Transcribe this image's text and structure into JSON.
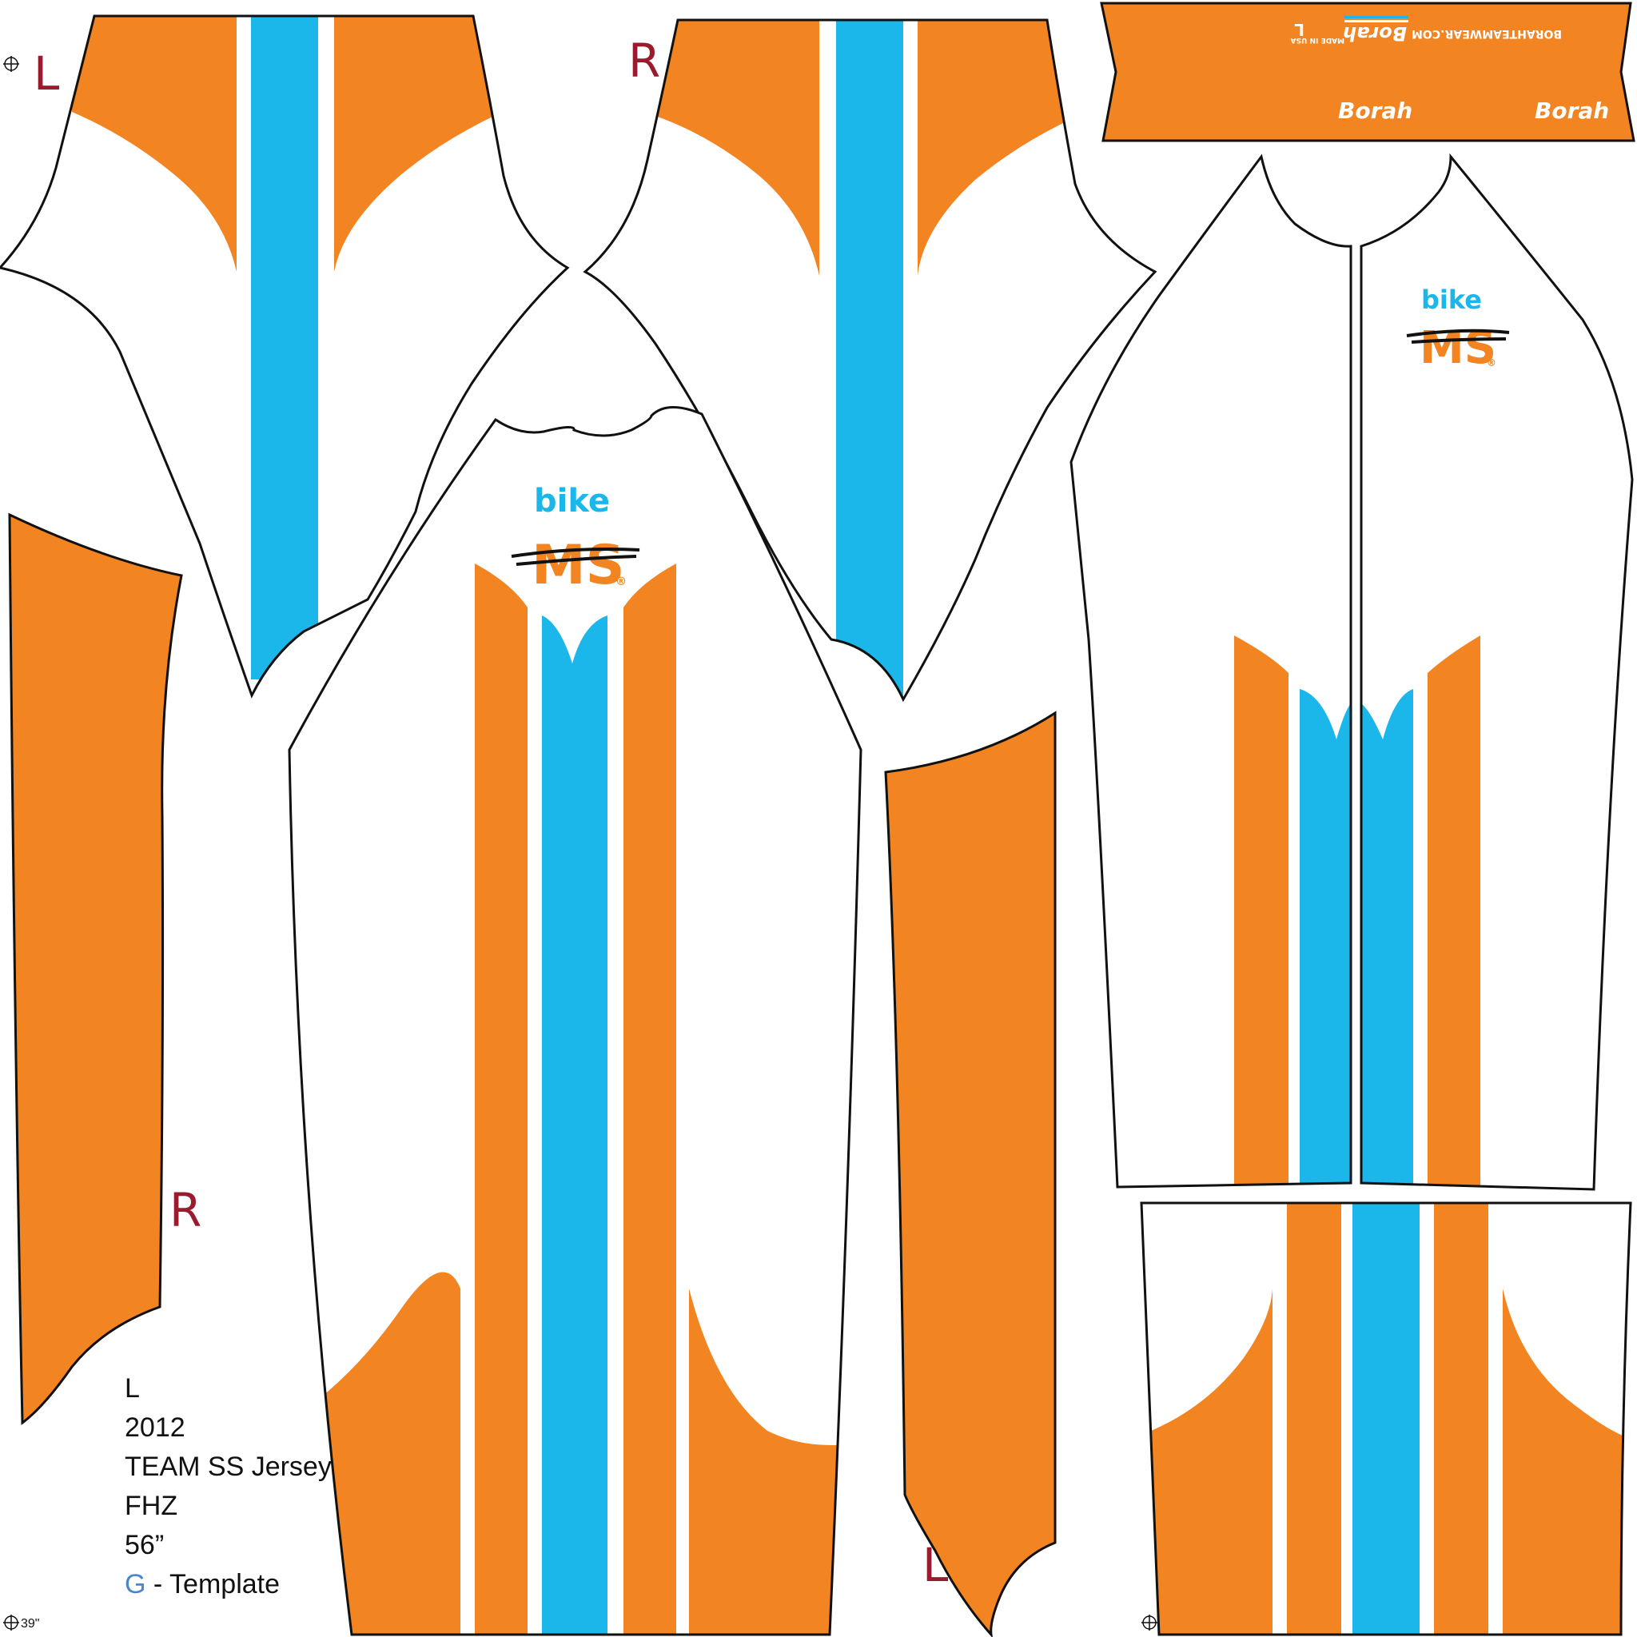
{
  "colors": {
    "orange": "#f28421",
    "blue": "#1bb6ea",
    "outline": "#111111",
    "side_letter": "#9b1b2e",
    "template_g": "#4a86c8"
  },
  "pieces": {
    "sleeve_left_label": "L",
    "sleeve_right_label": "R",
    "side_panel_right_label": "R",
    "side_panel_left_label": "L"
  },
  "logo": {
    "bike": "bike",
    "ms": "MS",
    "registered": "®"
  },
  "collar": {
    "brand_left": "Borah",
    "brand_right": "Borah",
    "website": "BORAHTEAMWEAR.COM",
    "tag_brand": "Borah",
    "tag_text": "MADE IN USA",
    "tag_size": "L"
  },
  "info_block": {
    "size": "L",
    "year": "2012",
    "product": "TEAM SS Jersey",
    "code": "FHZ",
    "length": "56”",
    "template_letter": "G",
    "template_suffix": " - Template"
  },
  "corner_mark": "39\"",
  "registration_icon": "registration-mark-icon"
}
